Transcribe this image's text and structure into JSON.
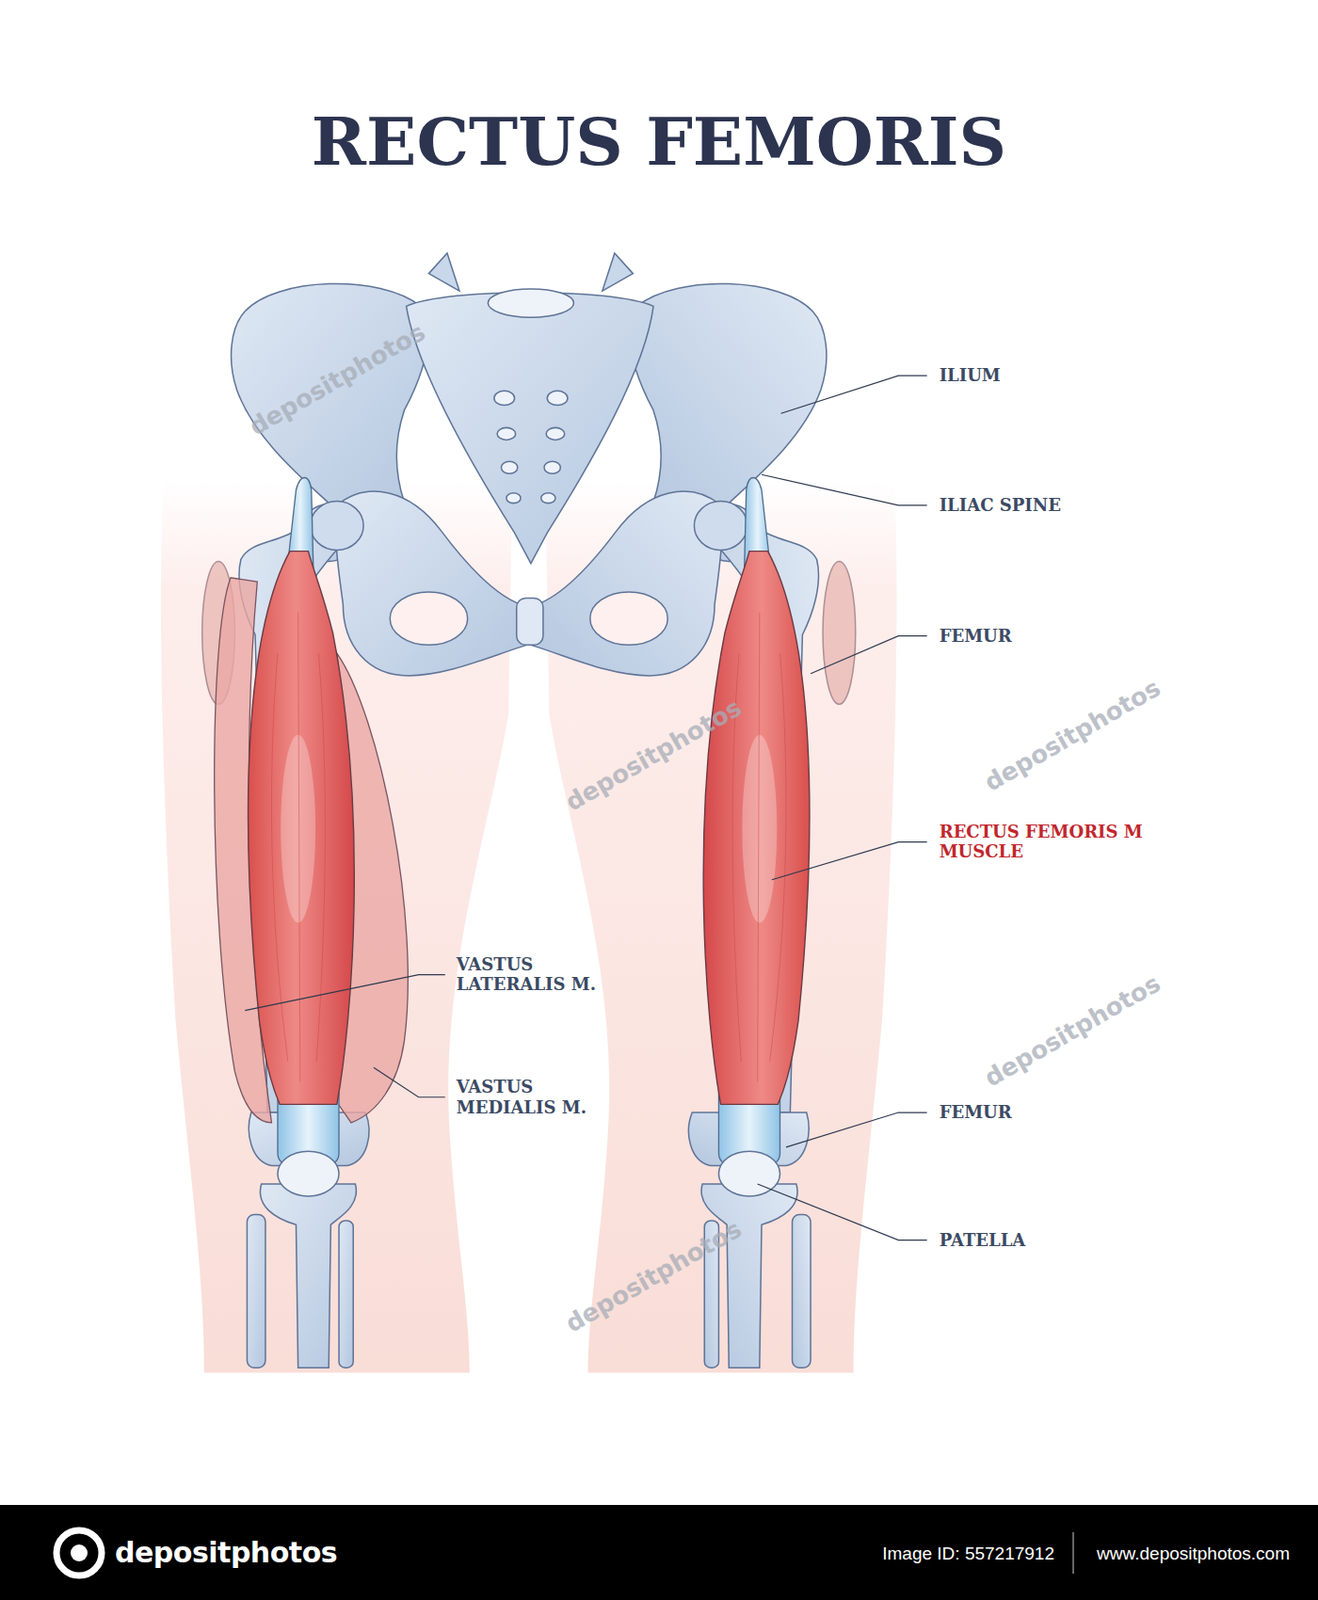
{
  "diagram": {
    "title": "RECTUS FEMORIS",
    "labels": [
      "ILIUM",
      "ILIAC SPINE",
      "FEMUR",
      "RECTUS FEMORIS M MUSCLE",
      "VASTUS LATERALIS M.",
      "VASTUS MEDIALIS M.",
      "FEMUR",
      "PATELLA",
      "depositphotos",
      "depositphotos",
      "depositphotos",
      "depositphotos",
      "depositphotos",
      "depositphotos",
      "Image ID: 557217912",
      "www.depositphotos.com"
    ]
  }
}
